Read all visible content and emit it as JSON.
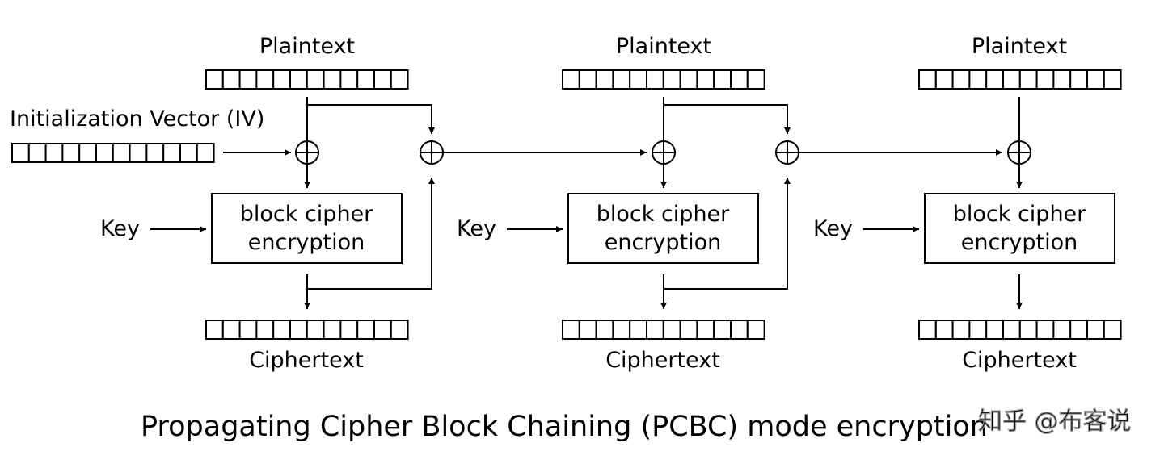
{
  "title": "Propagating Cipher Block Chaining (PCBC) mode encryption",
  "iv_label": "Initialization Vector (IV)",
  "watermark": "知乎 @布客说",
  "stages": [
    {
      "plaintext": "Plaintext",
      "cipher_line1": "block cipher",
      "cipher_line2": "encryption",
      "key": "Key",
      "ciphertext": "Ciphertext"
    },
    {
      "plaintext": "Plaintext",
      "cipher_line1": "block cipher",
      "cipher_line2": "encryption",
      "key": "Key",
      "ciphertext": "Ciphertext"
    },
    {
      "plaintext": "Plaintext",
      "cipher_line1": "block cipher",
      "cipher_line2": "encryption",
      "key": "Key",
      "ciphertext": "Ciphertext"
    }
  ],
  "colors": {
    "stroke": "#000000",
    "background": "#ffffff"
  },
  "icons": {
    "xor": "xor-icon"
  }
}
